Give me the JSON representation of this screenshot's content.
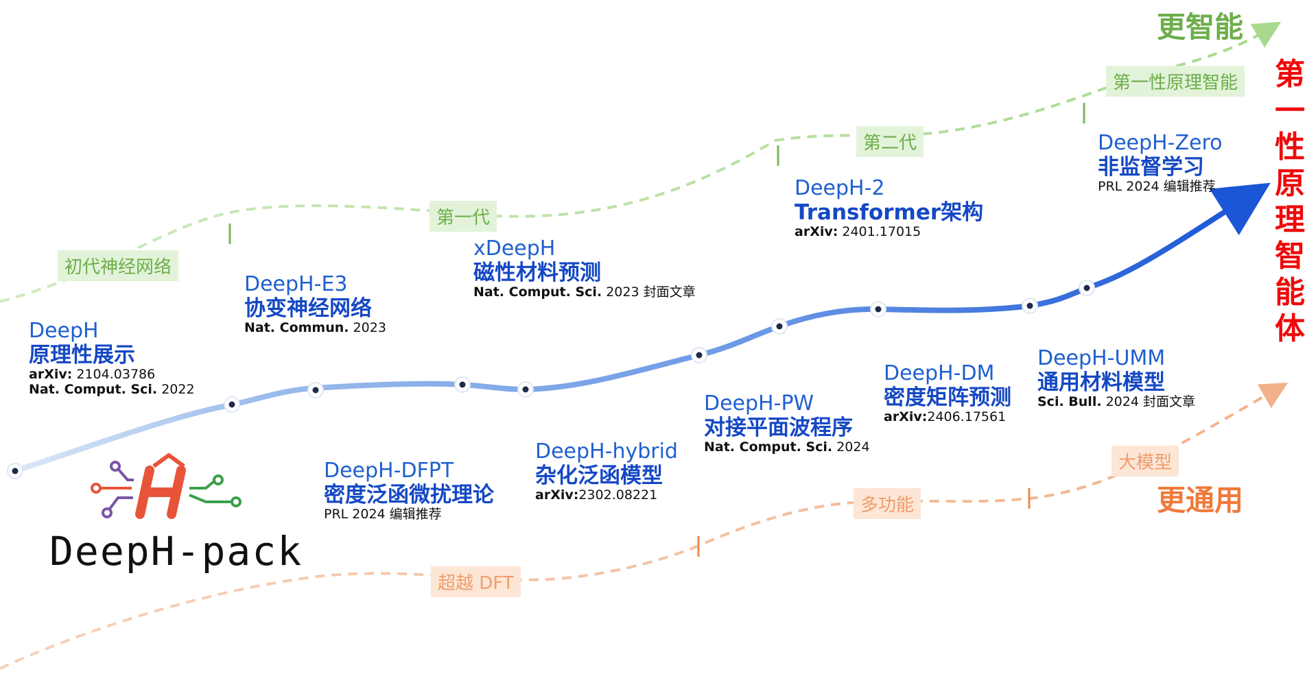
{
  "milestones": [
    {
      "name": "DeepH",
      "title": "原理性展示",
      "refs": [
        {
          "bold": "arXiv:",
          "text": " 2104.03786"
        },
        {
          "bold": "Nat. Comput. Sci.",
          "text": " 2022"
        }
      ]
    },
    {
      "name": "DeepH-E3",
      "title": "协变神经网络",
      "refs": [
        {
          "bold": "Nat. Commun.",
          "text": " 2023"
        }
      ]
    },
    {
      "name": "DeepH-DFPT",
      "title": "密度泛函微扰理论",
      "refs": [
        {
          "bold": "",
          "text": "PRL 2024 编辑推荐"
        }
      ]
    },
    {
      "name": "xDeepH",
      "title": "磁性材料预测",
      "refs": [
        {
          "bold": "Nat. Comput. Sci.",
          "text": " 2023 封面文章"
        }
      ]
    },
    {
      "name": "DeepH-hybrid",
      "title": "杂化泛函模型",
      "refs": [
        {
          "bold": "arXiv:",
          "text": "2302.08221"
        }
      ]
    },
    {
      "name": "DeepH-PW",
      "title": "对接平面波程序",
      "refs": [
        {
          "bold": "Nat. Comput. Sci.",
          "text": " 2024"
        }
      ]
    },
    {
      "name": "DeepH-2",
      "title": "Transformer架构",
      "refs": [
        {
          "bold": "arXiv:",
          "text": " 2401.17015"
        }
      ]
    },
    {
      "name": "DeepH-DM",
      "title": "密度矩阵预测",
      "refs": [
        {
          "bold": "arXiv:",
          "text": "2406.17561"
        }
      ]
    },
    {
      "name": "DeepH-UMM",
      "title": "通用材料模型",
      "refs": [
        {
          "bold": "Sci. Bull.",
          "text": " 2024 封面文章"
        }
      ]
    },
    {
      "name": "DeepH-Zero",
      "title": "非监督学习",
      "refs": [
        {
          "bold": "",
          "text": "PRL 2024 编辑推荐"
        }
      ]
    }
  ],
  "green_track": {
    "heading": "更智能",
    "stages": [
      "初代神经网络",
      "第一代",
      "第二代",
      "第一性原理智能"
    ]
  },
  "orange_track": {
    "heading": "更通用",
    "stages": [
      "超越 DFT",
      "多功能",
      "大模型"
    ]
  },
  "goal": "第一性原理智能体",
  "logo": {
    "text": "DeepH-pack",
    "letter": "H"
  },
  "colors": {
    "green": "#6cae4a",
    "orange": "#ef7a3a",
    "blue": "#1a56d6",
    "red": "#ee0a0a"
  }
}
